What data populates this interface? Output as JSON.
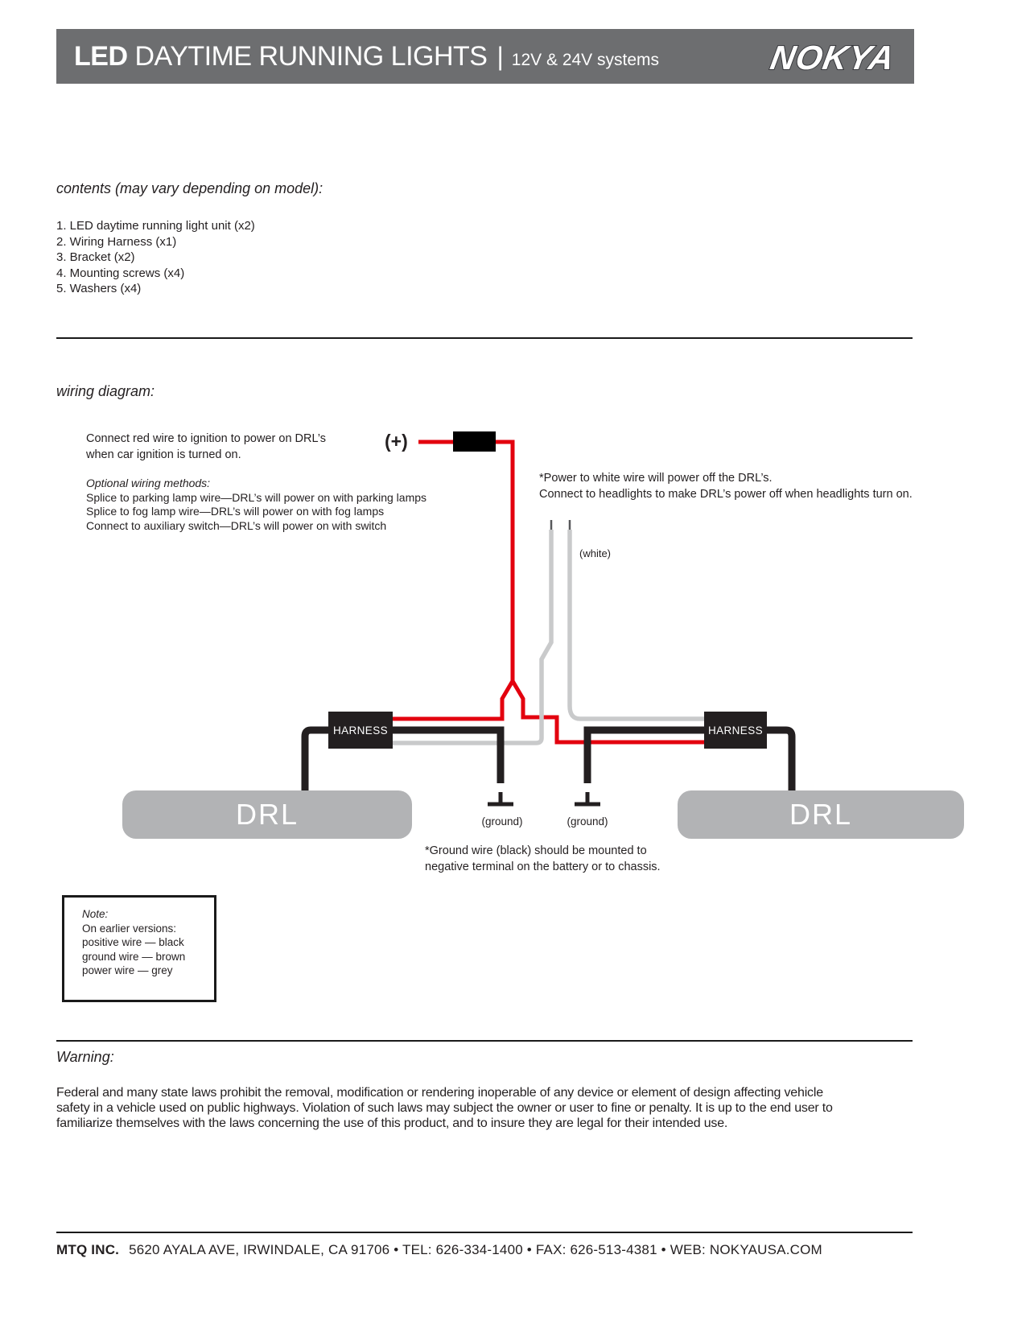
{
  "header": {
    "title_led": "LED",
    "title_main": "DAYTIME RUNNING LIGHTS",
    "title_separator": "|",
    "title_sub": "12V & 24V systems",
    "logo": "NOKYA",
    "bar_color": "#6d6e70"
  },
  "contents": {
    "heading": "contents (may vary depending on model):",
    "items": [
      "1. LED daytime running light unit (x2)",
      "2. Wiring Harness (x1)",
      "3. Bracket (x2)",
      "4. Mounting screws (x4)",
      "5. Washers (x4)"
    ]
  },
  "wiring": {
    "heading": "wiring diagram:",
    "ignition_note": [
      "Connect red wire to ignition to power on DRL’s",
      "when car ignition is turned on."
    ],
    "optional_heading": "Optional wiring methods:",
    "optional_lines": [
      "Splice to parking lamp wire—DRL’s will power on with parking lamps",
      "Splice to fog lamp wire—DRL’s will power on with fog lamps",
      "Connect to auxiliary switch—DRL’s will power on with switch"
    ],
    "plus_label": "(+)",
    "power_off_note": [
      "*Power to white wire will power off the DRL’s.",
      "Connect to headlights to make DRL’s power off when headlights turn on."
    ],
    "white_label": "(white)",
    "harness_label": "HARNESS",
    "drl_label": "DRL",
    "ground_label": "(ground)",
    "ground_note": [
      "*Ground wire (black) should be mounted to",
      "negative terminal on the battery or to chassis."
    ],
    "colors": {
      "red_wire": "#e3000e",
      "black_wire": "#231f20",
      "white_wire": "#c9cacb",
      "drl_box": "#b2b3b5"
    }
  },
  "note_box": {
    "title": "Note:",
    "lines": [
      "On earlier versions:",
      "positive wire — black",
      "ground wire — brown",
      "power wire — grey"
    ]
  },
  "warning": {
    "heading": "Warning:",
    "lines": [
      "Federal and many state laws prohibit the removal, modification or rendering inoperable of any device or element of design affecting vehicle",
      "safety in a vehicle used on public highways. Violation of such laws may subject the owner or user to fine or penalty. It is up to the end user to",
      "familiarize themselves with the laws concerning the use of this product, and to insure they are legal for their intended use."
    ]
  },
  "footer": {
    "company": "MTQ INC.",
    "info": "5620 AYALA AVE, IRWINDALE, CA 91706 • TEL: 626-334-1400 • FAX: 626-513-4381 • WEB: NOKYAUSA.COM"
  }
}
